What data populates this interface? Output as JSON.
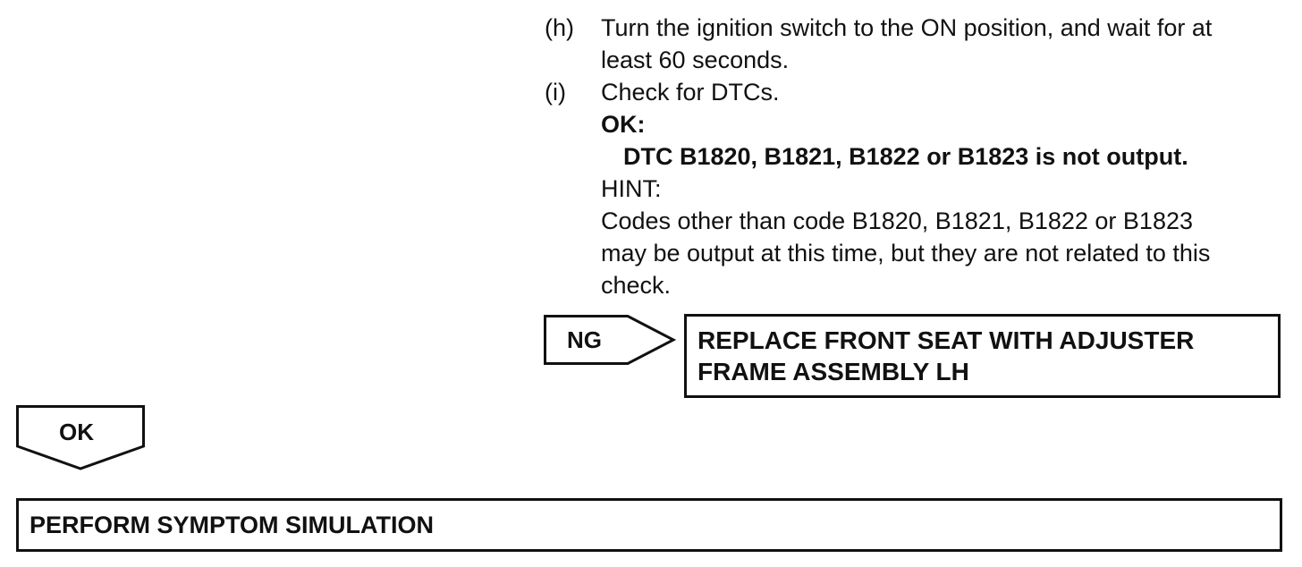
{
  "steps": {
    "h": {
      "label": "(h)",
      "line1": "Turn the ignition switch to the ON position, and wait for at",
      "line2": "least 60 seconds."
    },
    "i": {
      "label": "(i)",
      "text": "Check for DTCs.",
      "ok_heading": "OK:",
      "ok_condition": "DTC B1820, B1821, B1822 or B1823 is not output.",
      "hint_heading": "HINT:",
      "hint_line1": "Codes other than code B1820, B1821, B1822 or B1823",
      "hint_line2": "may be output at this time, but they are not related to this",
      "hint_line3": "check."
    }
  },
  "ng_branch": {
    "label": "NG",
    "action_line1": "REPLACE FRONT SEAT WITH ADJUSTER",
    "action_line2": "FRAME ASSEMBLY LH"
  },
  "ok_branch": {
    "label": "OK",
    "action": "PERFORM SYMPTOM SIMULATION"
  }
}
